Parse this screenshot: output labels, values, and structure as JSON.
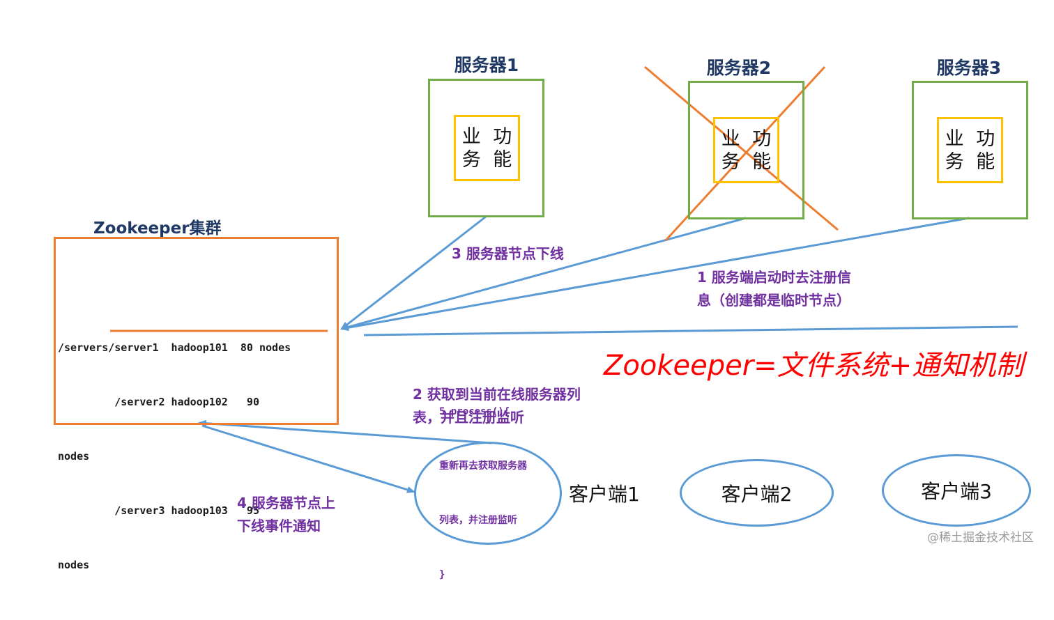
{
  "servers": [
    {
      "title": "服务器1",
      "func_line1": "业务",
      "func_line2": "功能"
    },
    {
      "title": "服务器2",
      "func_line1": "业务",
      "func_line2": "功能"
    },
    {
      "title": "服务器3",
      "func_line1": "业务",
      "func_line2": "功能"
    }
  ],
  "zookeeper": {
    "title": "Zookeeper集群",
    "lines": [
      "/servers/server1  hadoop101  80 nodes",
      "         /server2 hadoop102   90",
      "nodes",
      "         /server3 hadoop103   95",
      "nodes"
    ]
  },
  "steps": {
    "step1_line1": "1  服务端启动时去注册信",
    "step1_line2": "息（创建都是临时节点）",
    "step2_line1": "2  获取到当前在线服务器列",
    "step2_line2": "表，并且注册监听",
    "step3": "3  服务器节点下线",
    "step4_line1": "4  服务器节点上",
    "step4_line2": "下线事件通知"
  },
  "formula": "Zookeeper=文件系统+通知机制",
  "process": {
    "line1": "5 process(){",
    "line2": "重新再去获取服务器",
    "line3": "列表，并注册监听",
    "line4": "}"
  },
  "clients": [
    "客户端1",
    "客户端2",
    "客户端3"
  ],
  "watermark": "@稀土掘金技术社区",
  "colors": {
    "server_border": "#70ad47",
    "function_border": "#ffc000",
    "zookeeper_border": "#ed7d31",
    "arrow": "#5b9bd5",
    "cross": "#ed7d31",
    "step_text": "#7030a0",
    "formula": "#ff0000",
    "title_text": "#1f3864"
  }
}
